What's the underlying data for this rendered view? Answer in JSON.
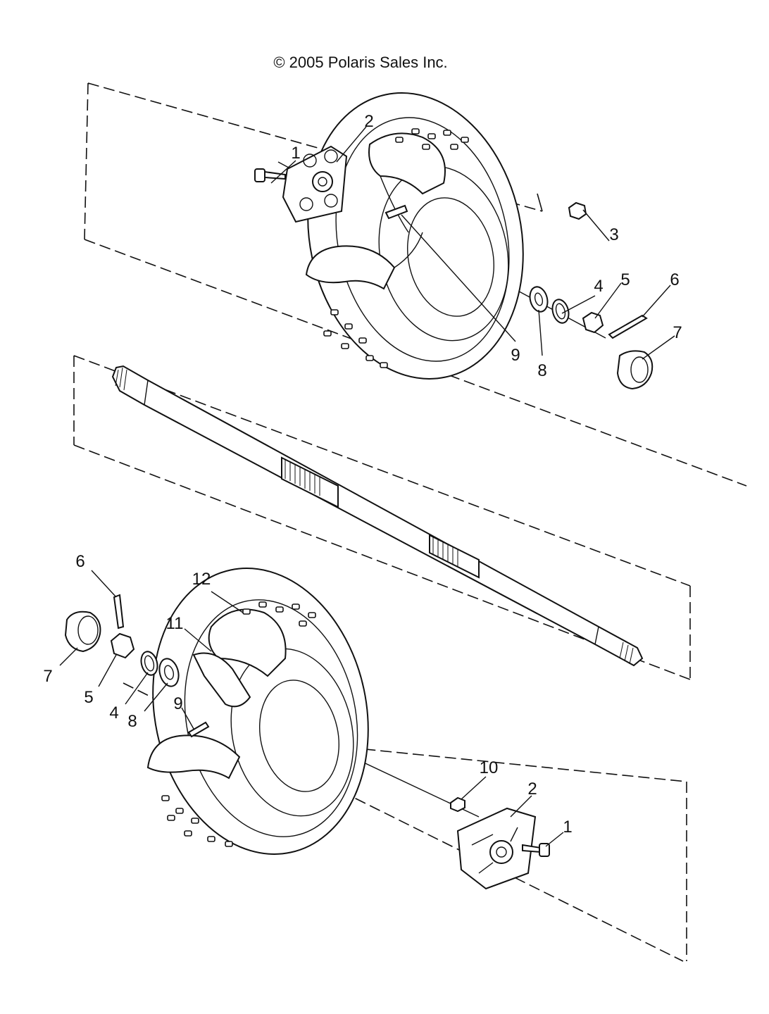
{
  "copyright": "© 2005 Polaris Sales Inc.",
  "callouts": {
    "upper": {
      "c1": "1",
      "c2": "2",
      "c3": "3",
      "c4": "4",
      "c5": "5",
      "c6": "6",
      "c7": "7",
      "c8": "8",
      "c9": "9"
    },
    "lower": {
      "c1": "1",
      "c2": "2",
      "c4": "4",
      "c5": "5",
      "c6": "6",
      "c7": "7",
      "c8": "8",
      "c9": "9",
      "c10": "10",
      "c11": "11",
      "c12": "12"
    }
  }
}
